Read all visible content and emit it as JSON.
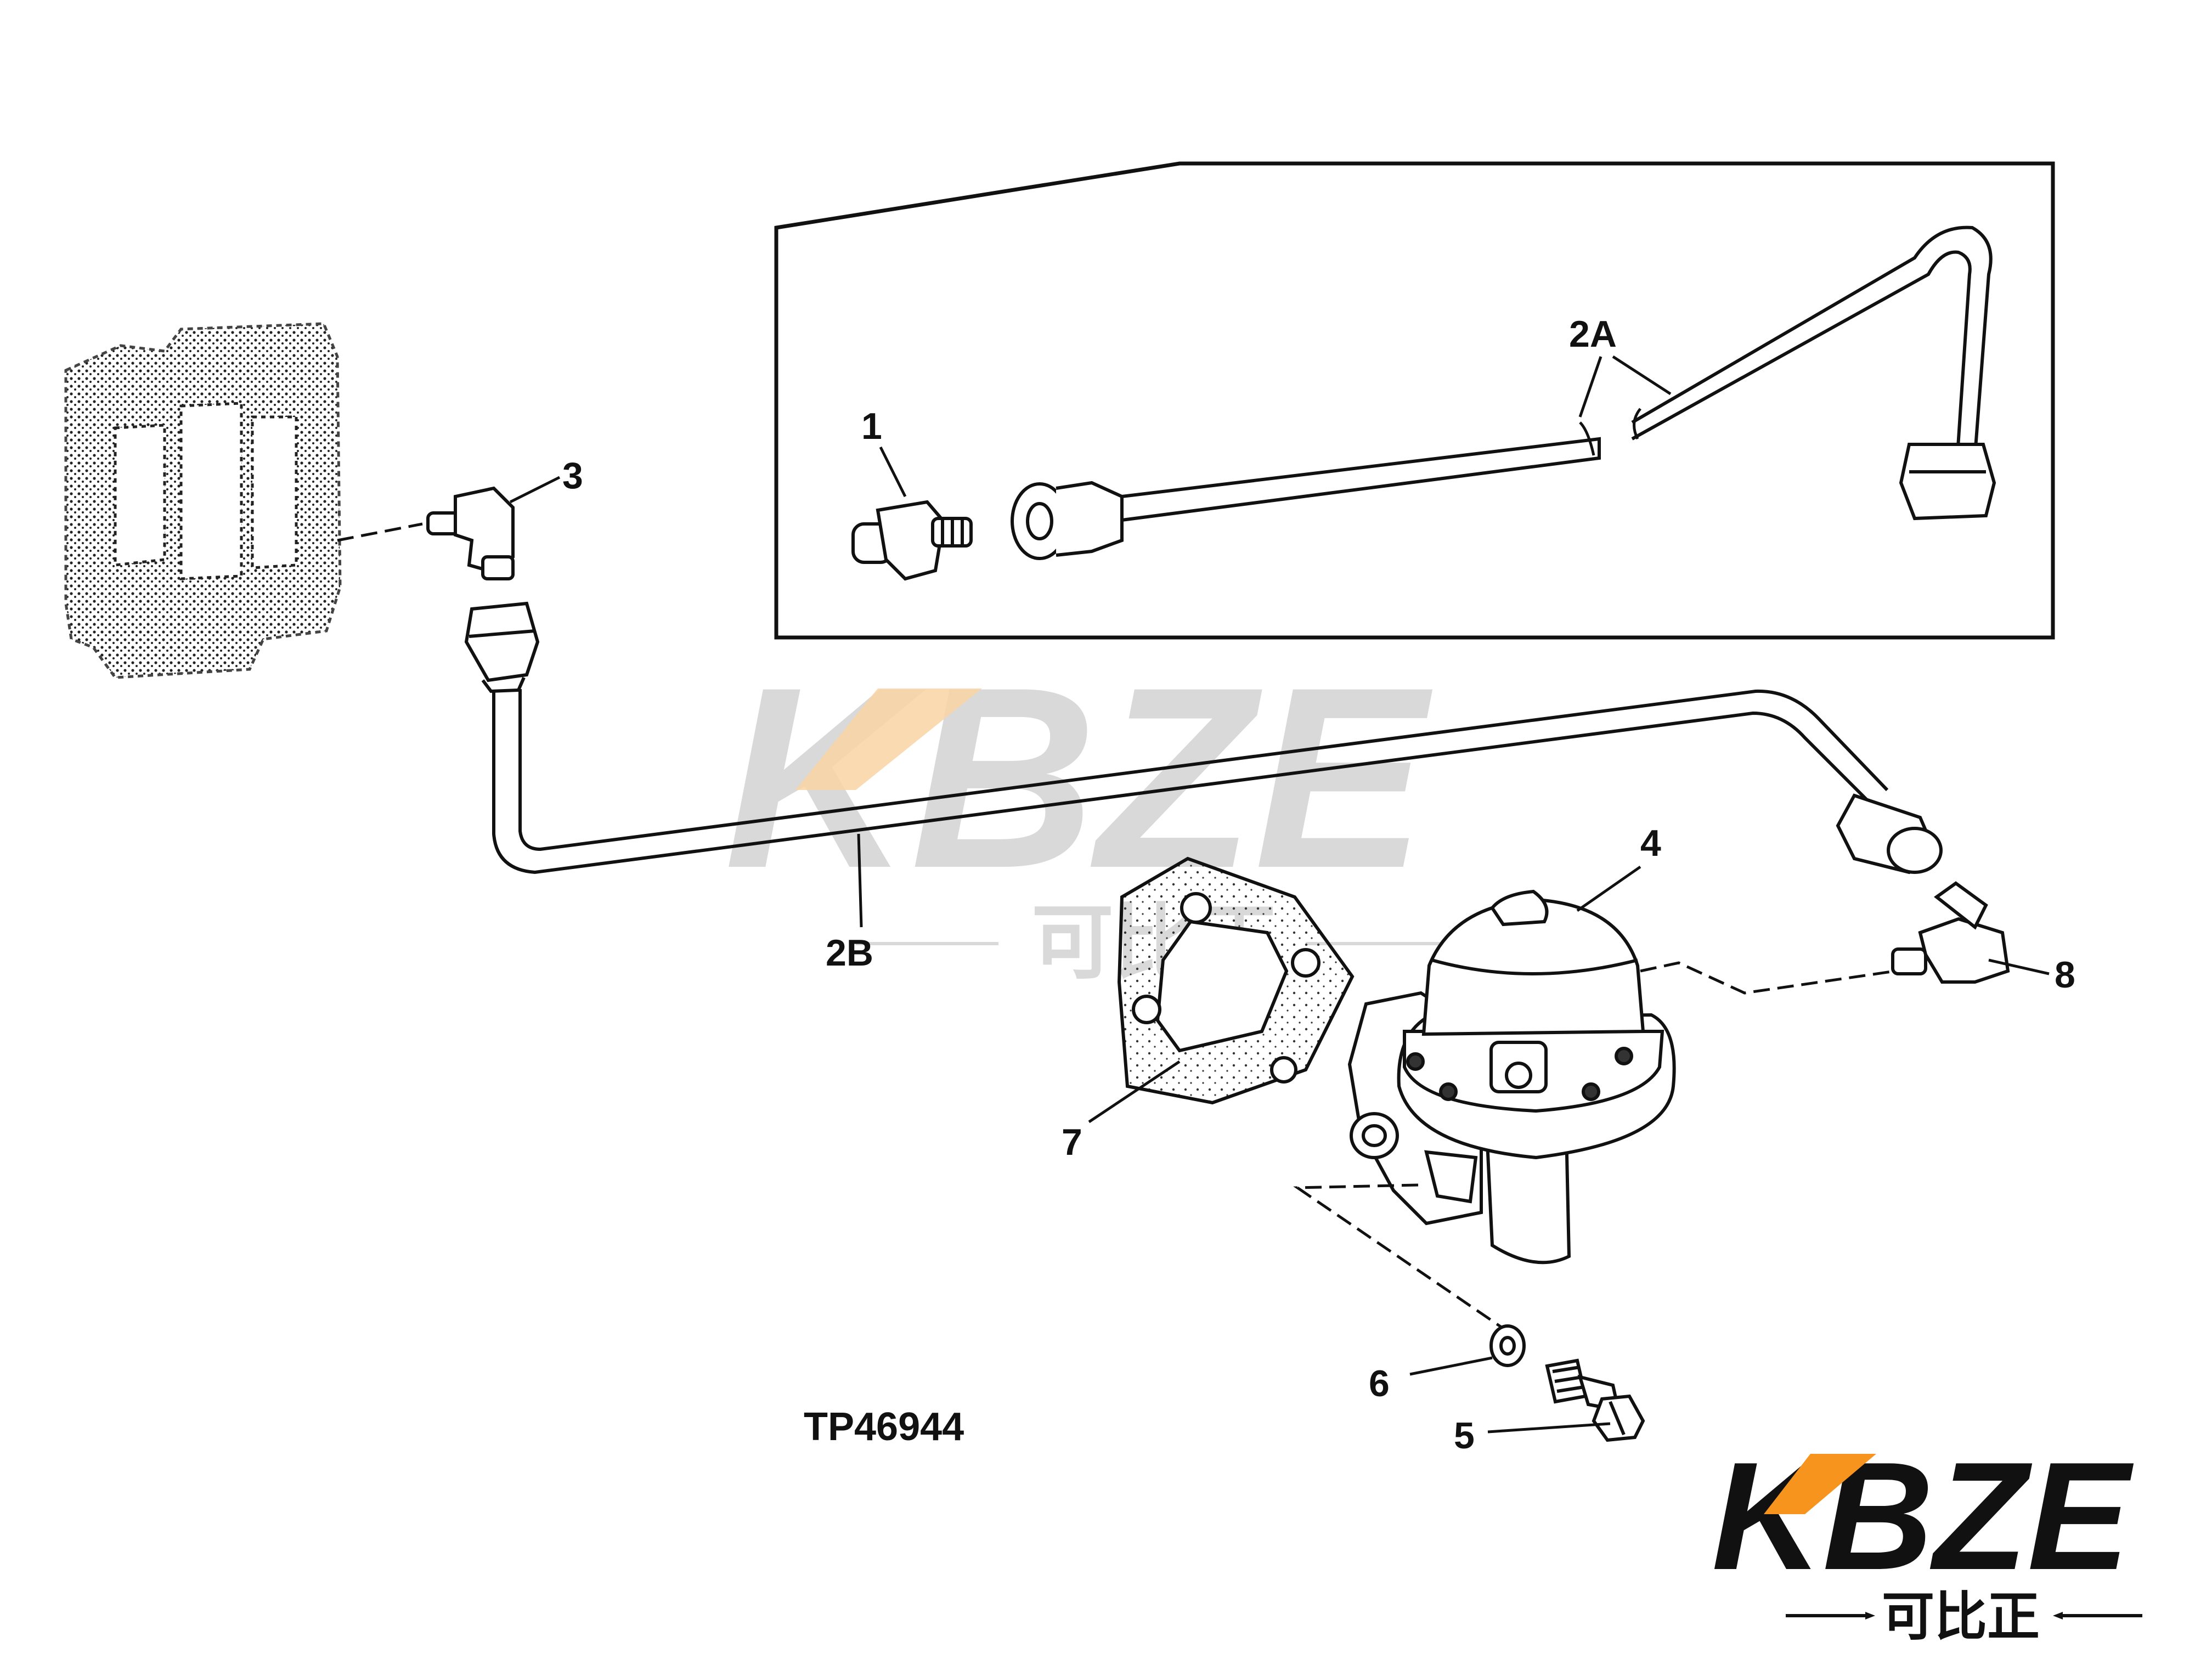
{
  "diagram": {
    "figure_id": "TP46944",
    "callouts": {
      "c1": "1",
      "c2a": "2A",
      "c2b": "2B",
      "c3": "3",
      "c4": "4",
      "c5": "5",
      "c6": "6",
      "c7": "7",
      "c8": "8"
    }
  },
  "watermark": {
    "text": "KBZE",
    "subtext": "可比正"
  },
  "logo": {
    "text": "KBZE",
    "subtext": "可比正",
    "colors": {
      "ink": "#111111",
      "accent": "#f7941d"
    }
  },
  "colors": {
    "line": "#111111",
    "watermark": "#d9d9d9",
    "watermark_accent": "#f9d3a3"
  }
}
